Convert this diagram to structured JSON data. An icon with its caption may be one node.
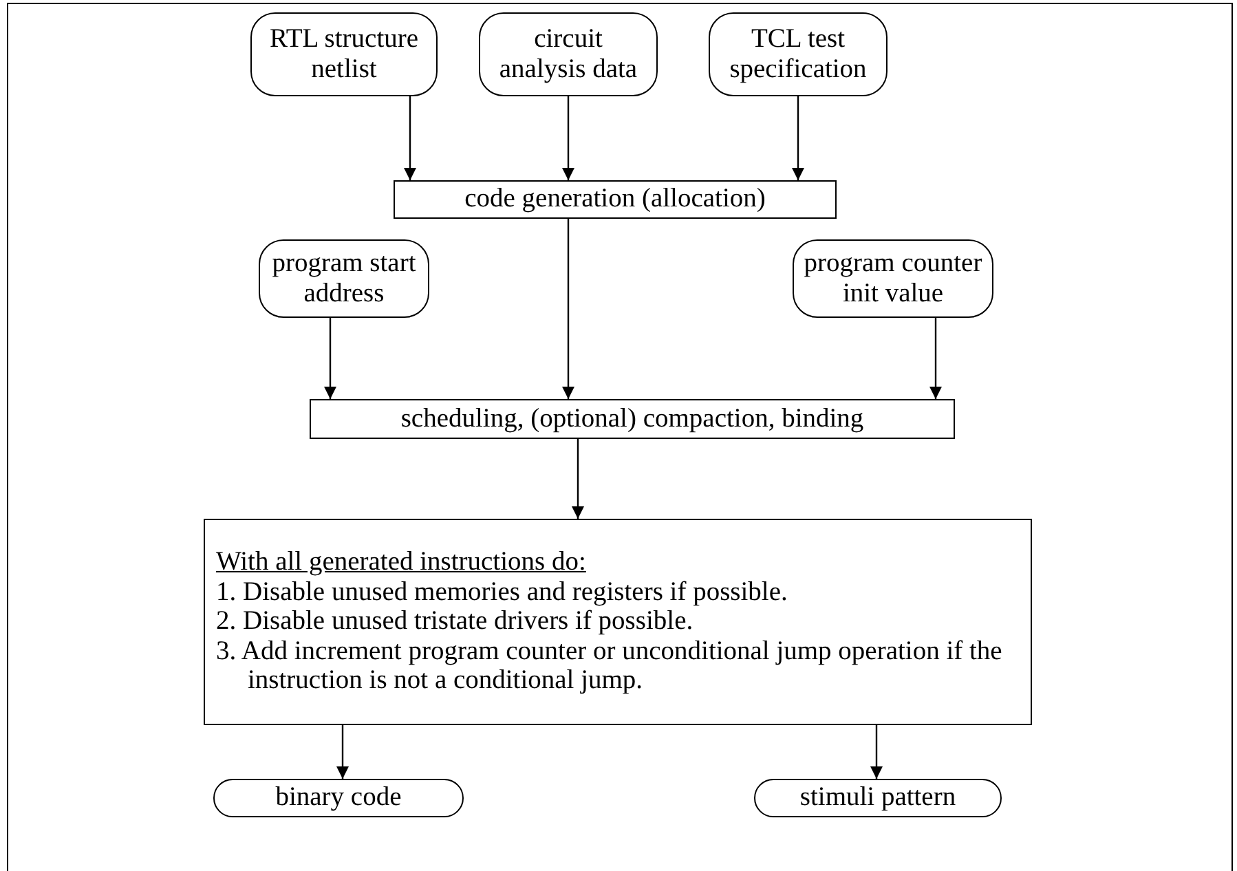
{
  "diagram": {
    "nodes": [
      {
        "text": [
          "RTL structure netlist"
        ]
      },
      {
        "text": [
          "circuit analysis data"
        ]
      },
      {
        "text": [
          "TCL test specification"
        ]
      },
      {
        "text": [
          "code generation (allocation)"
        ]
      },
      {
        "text": [
          "program start address"
        ]
      },
      {
        "text": [
          "program counter init value"
        ]
      },
      {
        "text": [
          "scheduling, (optional) compaction, binding"
        ]
      },
      {
        "text": [
          "With all generated instructions do:",
          "1. Disable unused memories and registers if possible.",
          "2. Disable unused tristate drivers if possible.",
          "3. Add increment program counter or unconditional jump operation if the instruction is not a conditional jump."
        ]
      },
      {
        "text": [
          "binary code"
        ]
      },
      {
        "text": [
          "stimuli pattern"
        ]
      }
    ],
    "edges": [
      {
        "from": 0,
        "to": 3,
        "arrow": "to"
      },
      {
        "from": 1,
        "to": 3,
        "arrow": "to"
      },
      {
        "from": 2,
        "to": 3,
        "arrow": "to"
      },
      {
        "from": 3,
        "to": 6,
        "arrow": "to"
      },
      {
        "from": 4,
        "to": 6,
        "arrow": "to"
      },
      {
        "from": 5,
        "to": 6,
        "arrow": "to"
      },
      {
        "from": 6,
        "to": 7,
        "arrow": "to"
      },
      {
        "from": 7,
        "to": 8,
        "arrow": "to"
      },
      {
        "from": 7,
        "to": 9,
        "arrow": "to"
      }
    ]
  }
}
